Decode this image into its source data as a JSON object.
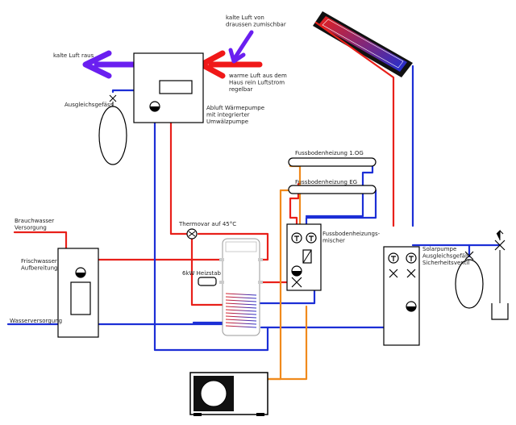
{
  "labels": {
    "outside_air": "kalte Luft von draussen zumischbar",
    "cold_air_out": "kalte Luft raus",
    "warm_air_in": "warme Luft aus dem Haus rein Luftstrom regelbar",
    "expansion_vessel": "Ausgleichsgefäss",
    "heat_pump": "Abluft Wärmepumpe mit integrierter Umwälzpumpe",
    "floor_heating_og": "Fussbodenheizung 1.OG",
    "floor_heating_eg": "Fussbodenheizung EG",
    "floor_mixer": "Fussbodenheizungs-mischer",
    "hot_water_supply": "Brauchwasser Versorgung",
    "fresh_water_unit": "Frischwasser Aufbereitung",
    "water_supply": "Wasserversorgung",
    "thermovar": "Thermovar auf 45°C",
    "heating_rod": "6kW Heizstab",
    "solar_group": "Solarpumpe Ausgleichsgefäß Sicherheitsventil"
  },
  "colors": {
    "hot": "#e8201a",
    "cold": "#1c2fd6",
    "return_orange": "#f08a1c",
    "air_cold": "#6a1ff0",
    "air_warm": "#f01818"
  }
}
